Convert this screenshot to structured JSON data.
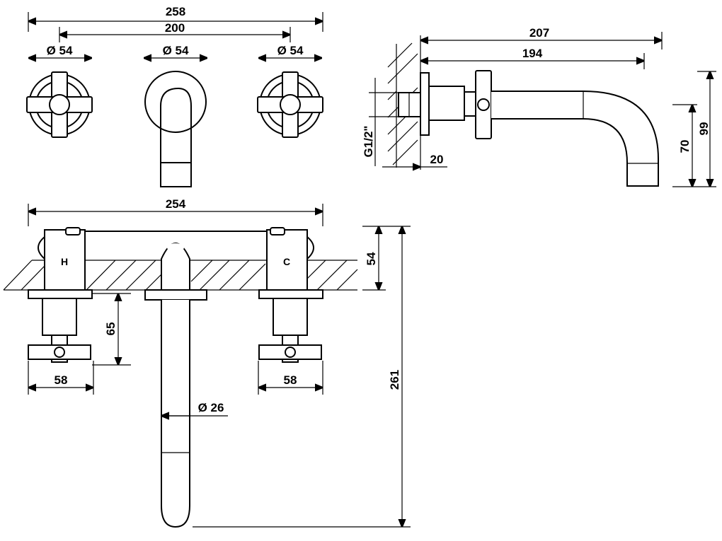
{
  "dimensions": {
    "top_overall_width": "258",
    "top_centers": "200",
    "left_handle_diameter": "Ø 54",
    "spout_rosette_diameter": "Ø 54",
    "right_handle_diameter": "Ø 54",
    "side_total_projection": "207",
    "side_spout_projection": "194",
    "thread": "G1/2\"",
    "wall_depth": "20",
    "outlet_height": "70",
    "overall_height": "99",
    "bottom_overall_width": "254",
    "valve_depth": "54",
    "handle_projection": "65",
    "left_handle_width": "58",
    "right_handle_width": "58",
    "spout_diameter": "Ø 26",
    "spout_length": "261"
  },
  "labels": {
    "hot": "H",
    "cold": "C"
  }
}
